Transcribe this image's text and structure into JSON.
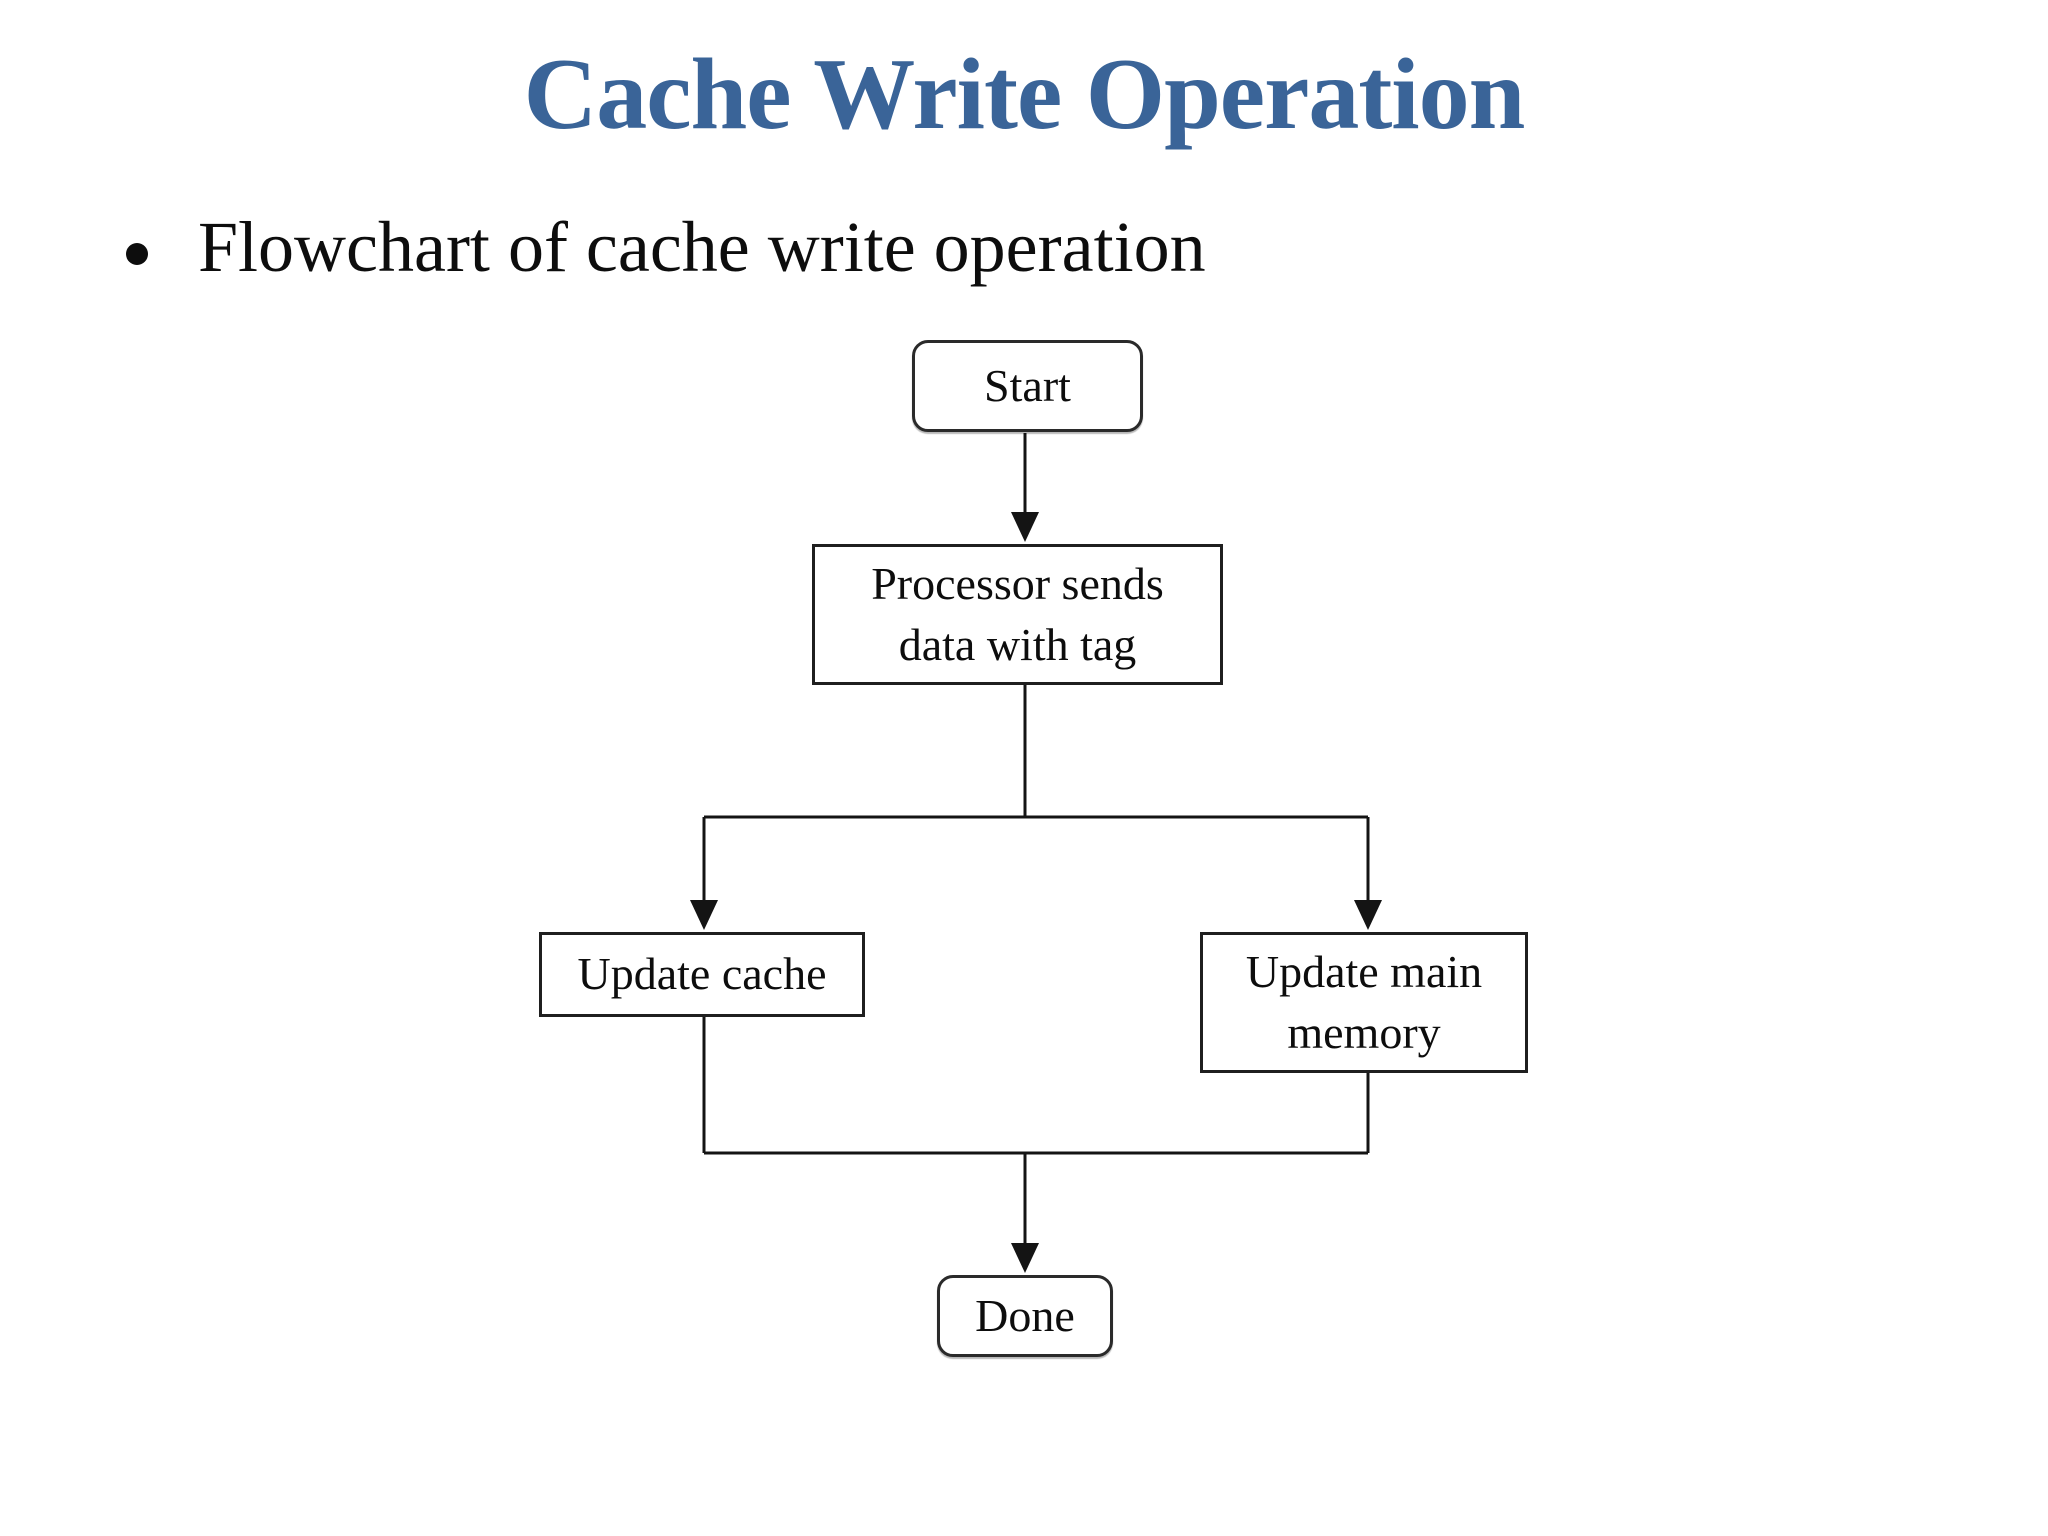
{
  "slide": {
    "title": "Cache Write Operation",
    "bullet": "Flowchart of cache write operation"
  },
  "flowchart": {
    "nodes": {
      "start": {
        "label": "Start",
        "lines": [
          "Start"
        ],
        "shape": "rounded-rectangle"
      },
      "process": {
        "label": "Processor sends data with tag",
        "lines": [
          "Processor sends",
          "data with tag"
        ],
        "shape": "rectangle"
      },
      "update_cache": {
        "label": "Update cache",
        "lines": [
          "Update cache"
        ],
        "shape": "rectangle"
      },
      "update_main": {
        "label": "Update main memory",
        "lines": [
          "Update main",
          "memory"
        ],
        "shape": "rectangle"
      },
      "done": {
        "label": "Done",
        "lines": [
          "Done"
        ],
        "shape": "rounded-rectangle"
      }
    },
    "edges": [
      {
        "from": "start",
        "to": "process"
      },
      {
        "from": "process",
        "to": "update_cache"
      },
      {
        "from": "process",
        "to": "update_main"
      },
      {
        "from": "update_cache",
        "to": "done"
      },
      {
        "from": "update_main",
        "to": "done"
      }
    ]
  },
  "colors": {
    "title": "#3A6498",
    "line": "#141414",
    "text": "#0d0d0d",
    "background": "#ffffff"
  }
}
